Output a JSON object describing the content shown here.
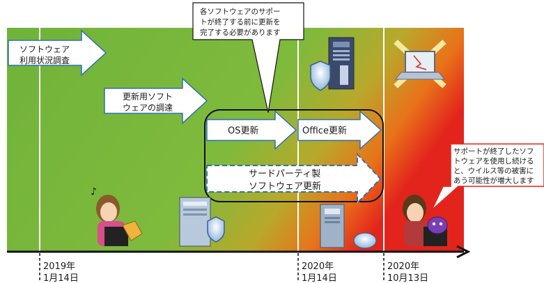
{
  "tasks": [
    {
      "lines": [
        "ソフトウェア",
        "利用状況調査"
      ]
    },
    {
      "lines": [
        "更新用ソフト",
        "ウェアの調達"
      ]
    },
    {
      "lines": [
        "OS更新"
      ]
    },
    {
      "lines": [
        "Office更新"
      ]
    },
    {
      "lines": [
        "サードパーティ製",
        "ソフトウェア更新"
      ]
    }
  ],
  "top_callout": {
    "lines": [
      "各ソフトウェアのサポー",
      "トが終了する前に更新を",
      "完了する必要があります"
    ]
  },
  "right_callout": {
    "lines": [
      "サポートが終了したソフ",
      "トウェアを使用し続ける",
      "と、ウイルス等の被害に",
      "あう可能性が増大します"
    ]
  },
  "dates": [
    {
      "year": "2019年",
      "day": "1月14日"
    },
    {
      "year": "2020年",
      "day": "1月14日"
    },
    {
      "year": "2020年",
      "day": "10月13日"
    }
  ],
  "colors": {
    "green_start": "#6fb33a",
    "green_mid": "#7fba3c",
    "warning_orange": "#e8731a",
    "danger_red": "#e3241c",
    "arrow_fill": "#ffffff",
    "arrow_stroke": "#2f6fb5"
  }
}
